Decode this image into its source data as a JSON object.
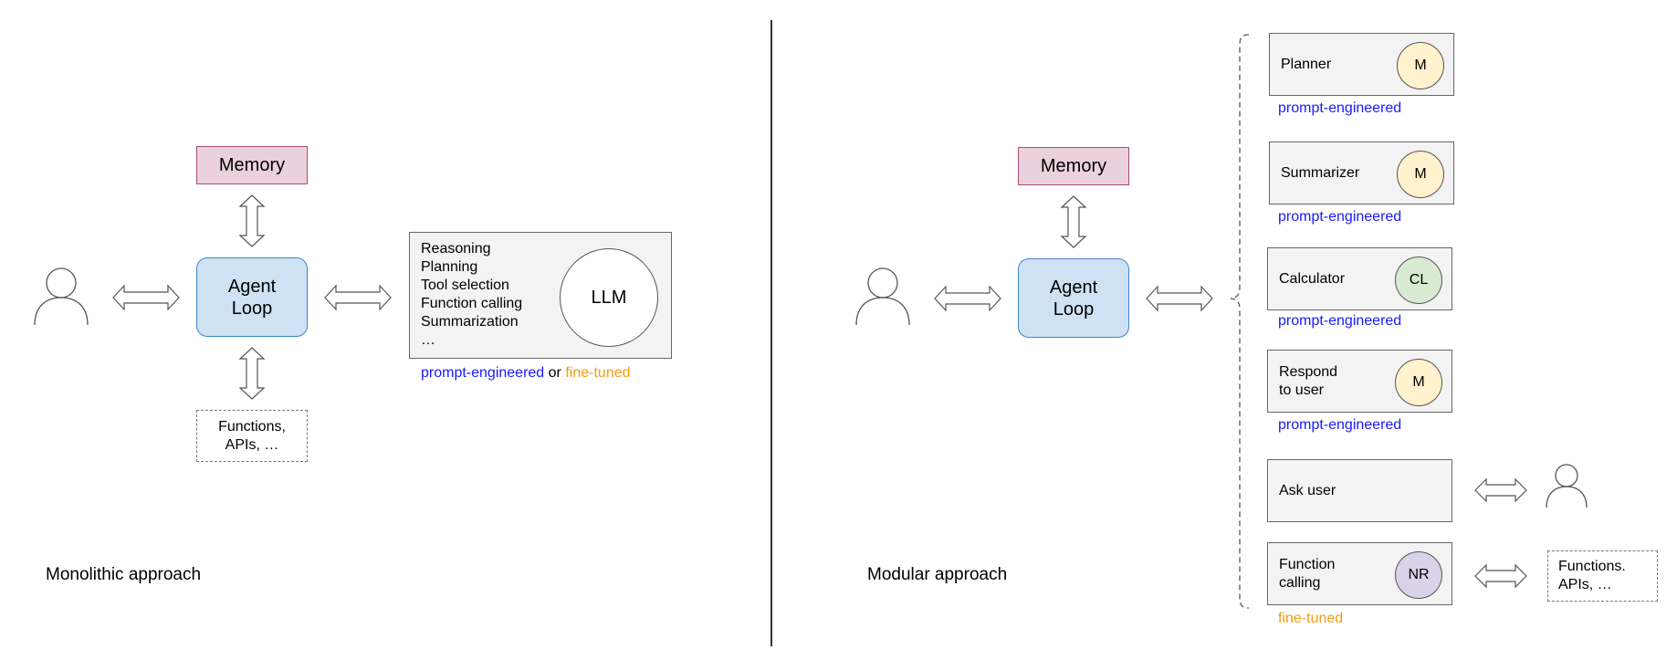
{
  "colors": {
    "memory_fill": "#ead1dc",
    "memory_border": "#a64d79",
    "agent_fill": "#cfe2f3",
    "agent_border": "#3d85c6",
    "module_fill": "#f3f3f3",
    "model_m_fill": "#fff2cc",
    "model_cl_fill": "#d9ead3",
    "model_nr_fill": "#d9d2e9",
    "prompt_engineered_text": "#1a1aff",
    "fine_tuned_text": "#f39c12"
  },
  "icons": [
    "user-icon",
    "double-arrow-icon",
    "curly-brace-icon",
    "divider-line"
  ],
  "monolithic": {
    "memory": "Memory",
    "agent_loop_line1": "Agent",
    "agent_loop_line2": "Loop",
    "functions_line1": "Functions,",
    "functions_line2": "APIs, …",
    "llm_capabilities": [
      "Reasoning",
      "Planning",
      "Tool selection",
      "Function calling",
      "Summarization",
      "…"
    ],
    "llm_label": "LLM",
    "tuning_prompt": "prompt-engineered",
    "tuning_or": "or",
    "tuning_fine": "fine-tuned",
    "caption": "Monolithic approach"
  },
  "modular": {
    "memory": "Memory",
    "agent_loop_line1": "Agent",
    "agent_loop_line2": "Loop",
    "caption": "Modular approach",
    "modules": [
      {
        "label_line1": "Planner",
        "label_line2": "",
        "model": "M",
        "tag": "prompt-engineered"
      },
      {
        "label_line1": "Summarizer",
        "label_line2": "",
        "model": "M",
        "tag": "prompt-engineered"
      },
      {
        "label_line1": "Calculator",
        "label_line2": "",
        "model": "CL",
        "tag": "prompt-engineered"
      },
      {
        "label_line1": "Respond",
        "label_line2": "to user",
        "model": "M",
        "tag": "prompt-engineered"
      },
      {
        "label_line1": "Ask user",
        "label_line2": "",
        "model": "",
        "tag": ""
      },
      {
        "label_line1": "Function",
        "label_line2": "calling",
        "model": "NR",
        "tag": "fine-tuned"
      }
    ],
    "functions_line1": "Functions.",
    "functions_line2": "APIs, …"
  }
}
